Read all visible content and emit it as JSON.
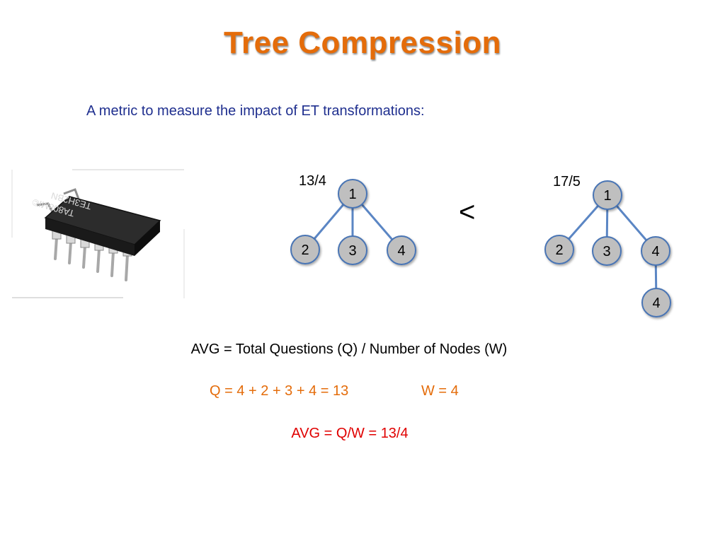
{
  "slide": {
    "title": "Tree Compression",
    "subtitle": "A metric to measure the impact of ET transformations:",
    "comparison_symbol": "<"
  },
  "chip_image": {
    "chip_text_line1": "TA808MI©",
    "chip_text_line2": "TE3H2BN"
  },
  "trees": {
    "left": {
      "label": "13/4",
      "root": "1",
      "children": [
        "2",
        "3",
        "4"
      ]
    },
    "right": {
      "label": "17/5",
      "root": "1",
      "children": [
        "2",
        "3",
        "4"
      ],
      "grandchild": "4"
    }
  },
  "formulas": {
    "avg_definition": "AVG = Total Questions (Q) / Number of Nodes (W)",
    "q_sum": "Q = 4 + 2 + 3 + 4 = 13",
    "w_value": "W = 4",
    "avg_result": "AVG = Q/W = 13/4"
  },
  "colors": {
    "title": "#e46c0a",
    "subtitle": "#1f2f8f",
    "q_w": "#e46c0a",
    "result": "#e00000",
    "edge": "#5b86c4",
    "node_fill": "#bfbfbf",
    "node_stroke": "#4a74b4"
  }
}
